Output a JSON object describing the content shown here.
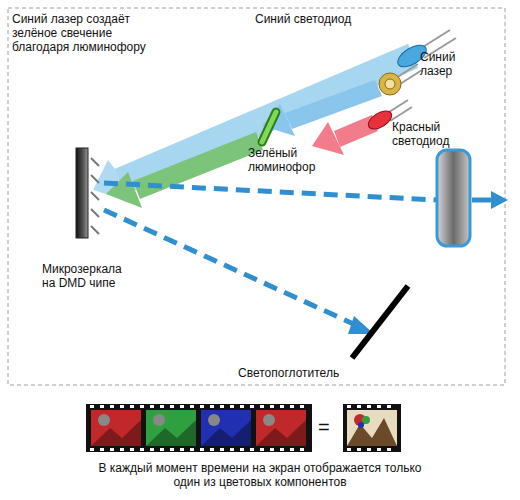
{
  "diagram": {
    "caption": "В каждый момент времени на экран отображается только один из цветовых компонентов",
    "labels": [
      "Синий лазер создаёт зелёное свечение благодаря люминофору",
      "Синий светодиод",
      "Синий лазер",
      "Красный светодиод",
      "Зелёный люминофор",
      "Микрозеркала на DMD чипе",
      "Светопоглотитель",
      "="
    ]
  }
}
